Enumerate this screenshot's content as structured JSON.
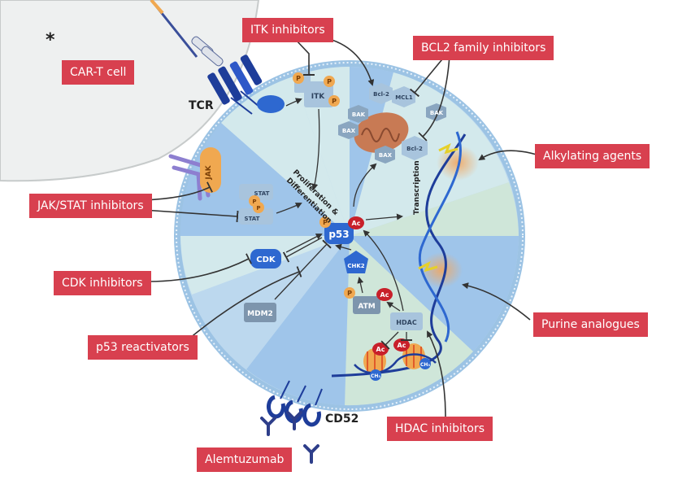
{
  "colors": {
    "label_bg": "#d8404f",
    "cell_fill": "#bcd8ee",
    "cell_border": "#9cc3e4",
    "sector_light": "#d3e9ec",
    "sector_green": "#cfe6d9",
    "sector_blue": "#9fc5ea",
    "protein": "#a8c4dd",
    "phospho": "#f0a850",
    "acetyl": "#c8202a",
    "mitochondrion": "#c87a54",
    "car_t_fill": "#eef0f0",
    "dark_blue": "#1e3d9a"
  },
  "footnote_marker": "*",
  "car_t": {
    "label": "CAR-T cell"
  },
  "labels": {
    "itk": "ITK inhibitors",
    "bcl2": "BCL2 family inhibitors",
    "alkylating": "Alkylating agents",
    "jakstat": "JAK/STAT inhibitors",
    "cdk": "CDK inhibitors",
    "p53r": "p53 reactivators",
    "purine": "Purine analogues",
    "hdac": "HDAC inhibitors",
    "alemtuzumab": "Alemtuzumab"
  },
  "cell_labels": {
    "tcr": "TCR",
    "cd52": "CD52",
    "itk": "ITK",
    "jak": "JAK",
    "stat": "STAT",
    "cdk": "CDK",
    "mdm2": "MDM2",
    "p53": "p53",
    "chk2": "CHK2",
    "atm": "ATM",
    "hdac": "HDAC",
    "bcl2": "Bcl-2",
    "mcl1": "MCL1",
    "bak": "BAK",
    "bax": "BAX",
    "phospho": "P",
    "acetyl": "Ac",
    "methyl": "CH₃",
    "proliferation": "Proliferation &",
    "differentiation": "Differentiation",
    "transcription": "Transcription"
  }
}
